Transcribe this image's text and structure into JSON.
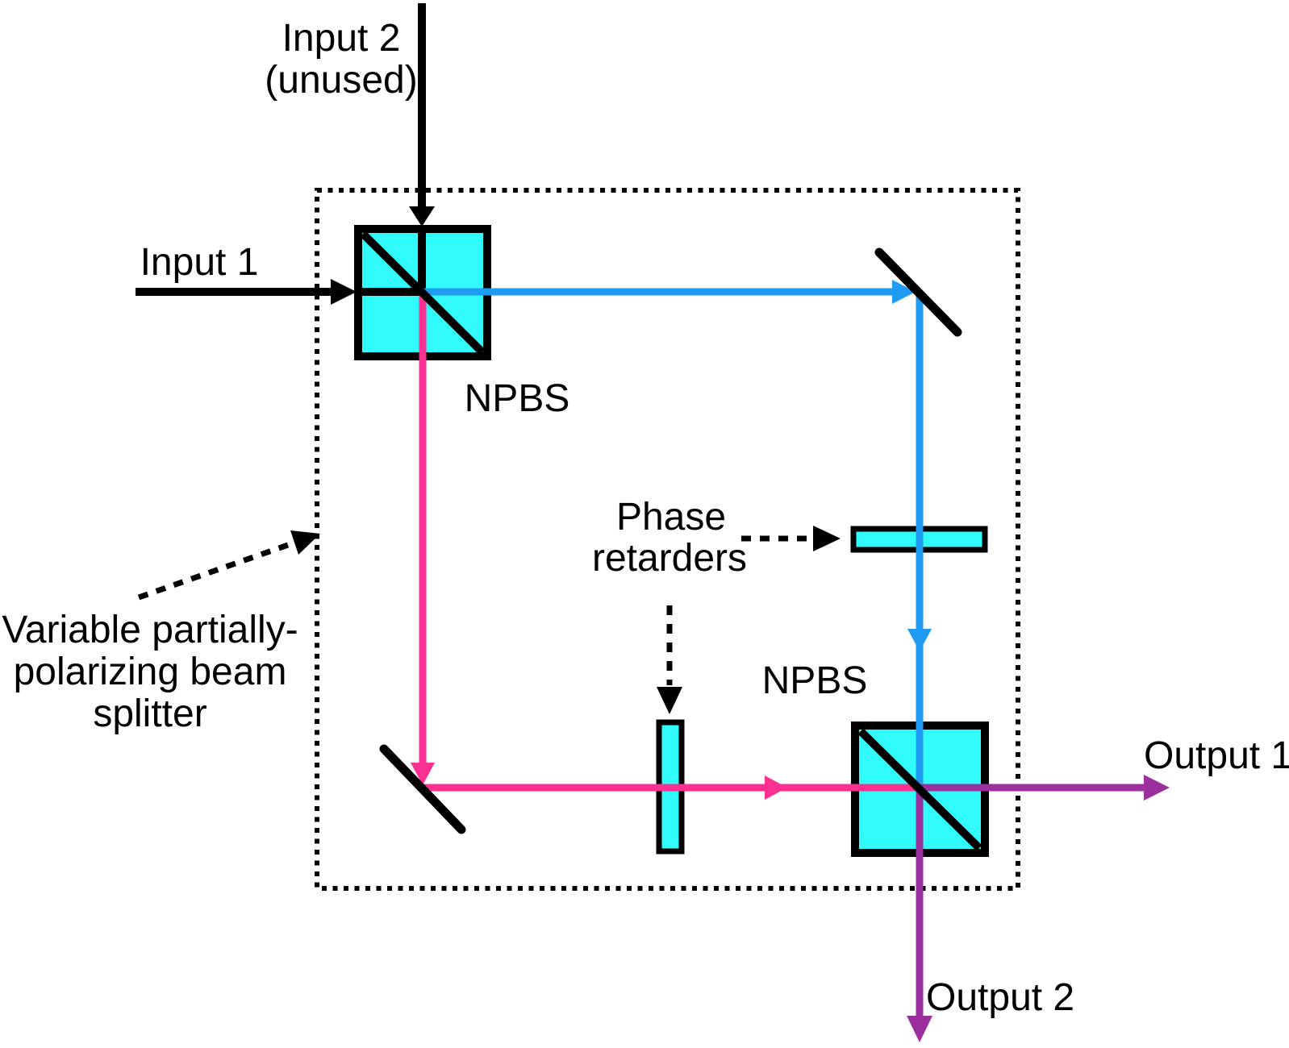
{
  "diagram": {
    "labels": {
      "input2_line1": "Input 2",
      "input2_line2": "(unused)",
      "input1": "Input 1",
      "npbs_top": "NPBS",
      "npbs_bottom": "NPBS",
      "phase_line1": "Phase",
      "phase_line2": "retarders",
      "vppbs_line1": "Variable partially-",
      "vppbs_line2": "polarizing beam",
      "vppbs_line3": "splitter",
      "output1": "Output 1",
      "output2": "Output 2"
    },
    "colors": {
      "beam_blue": "#1F9BF3",
      "beam_pink": "#FC3090",
      "beam_purple": "#9C2F9E",
      "optic_cyan": "#31FAFA",
      "line_black": "#000000",
      "background": "#FFFFFF"
    }
  }
}
